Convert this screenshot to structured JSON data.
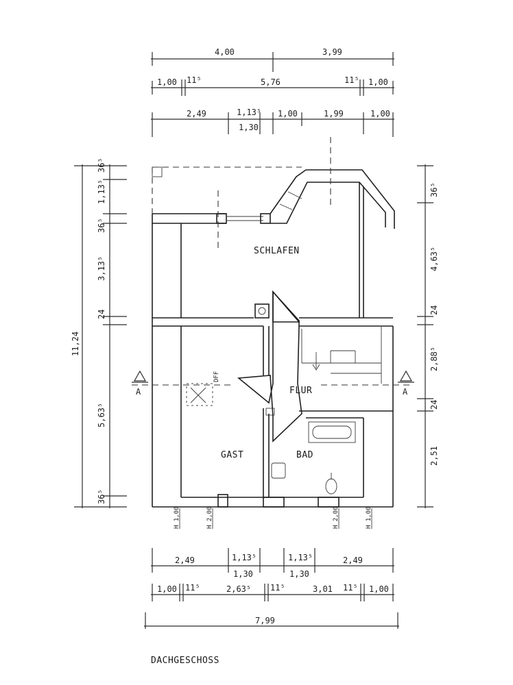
{
  "rooms": {
    "schlafen": "SCHLAFEN",
    "flur": "FLUR",
    "gast": "GAST",
    "bad": "BAD"
  },
  "caption": "DACHGESCHOSS",
  "section_marker": "A",
  "dff_label": "DFF",
  "dims_top": {
    "row1": [
      "4,00",
      "3,99"
    ],
    "row2": [
      "1,00",
      "11⁵",
      "5,76",
      "11⁵",
      "1,00"
    ],
    "row3": [
      "2,49",
      "1,13⁵",
      "1,30",
      "1,00",
      "1,99",
      "1,00"
    ]
  },
  "dims_bottom": {
    "row1": [
      "2,49",
      "1,13⁵",
      "1,30",
      "1,13⁵",
      "1,30",
      "2,49"
    ],
    "row2": [
      "1,00",
      "11⁵",
      "2,63⁵",
      "11⁵",
      "3,01",
      "11⁵",
      "1,00"
    ],
    "total": "7,99"
  },
  "dims_left": {
    "total": "11,24",
    "segments": [
      "36⁵",
      "1,13⁵",
      "36⁵",
      "3,13⁵",
      "24",
      "5,63⁵",
      "36⁵"
    ]
  },
  "dims_right": {
    "segments": [
      "36⁵",
      "4,63⁵",
      "24",
      "2,88⁵",
      "24",
      "2,51"
    ]
  },
  "window_heights": [
    "H 1,00",
    "H 2,00",
    "H 2,00",
    "H 1,00"
  ]
}
